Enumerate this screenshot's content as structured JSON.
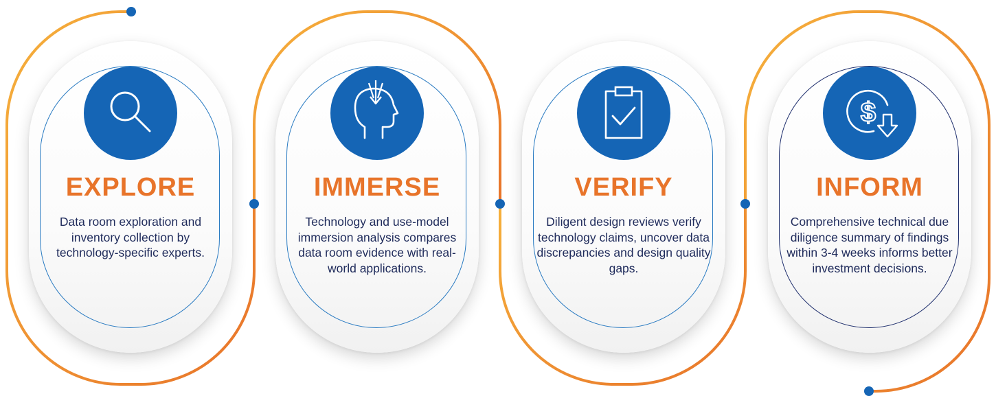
{
  "colors": {
    "accent_orange": "#e8742a",
    "arc_gradient_start": "#f5a838",
    "arc_gradient_end": "#e8742a",
    "icon_blue": "#1565b5",
    "dot_blue": "#1565b5",
    "text_navy": "#1f2b5b"
  },
  "stages": [
    {
      "title": "EXPLORE",
      "icon": "magnifying-glass-icon",
      "description": "Data room exploration and inventory collection by technology-specific experts."
    },
    {
      "title": "IMMERSE",
      "icon": "head-with-arrows-icon",
      "description": "Technology and use-model immersion analysis compares data room evidence with real-world applications."
    },
    {
      "title": "VERIFY",
      "icon": "clipboard-check-icon",
      "description": "Diligent design reviews verify technology claims, uncover data discrepancies and design quality gaps."
    },
    {
      "title": "INFORM",
      "icon": "dollar-down-arrow-icon",
      "description": "Comprehensive technical due diligence summary of findings within 3-4 weeks informs better investment decisions."
    }
  ]
}
